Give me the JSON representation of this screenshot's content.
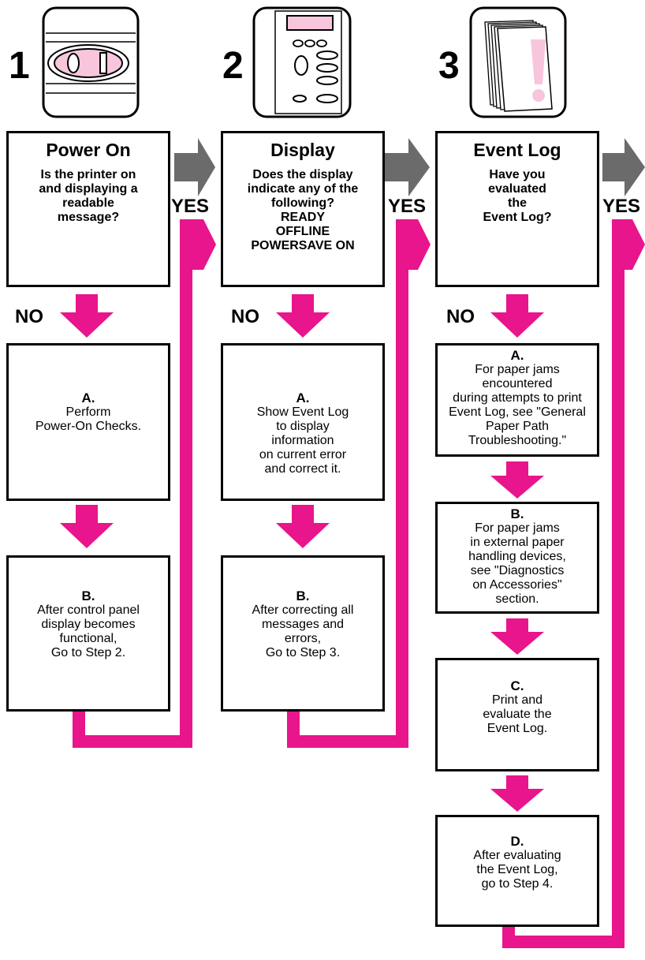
{
  "colors": {
    "magenta": "#e8158c",
    "gray": "#6b6b6b",
    "lightPink": "#f7c6dc"
  },
  "steps": [
    {
      "number": "1",
      "icon": "power-switch-icon",
      "title": "Power On",
      "question": "Is the printer on\nand displaying a\nreadable\nmessage?",
      "yes": "YES",
      "no": "NO",
      "actions": [
        {
          "label": "A.",
          "text": "Perform\nPower-On Checks."
        },
        {
          "label": "B.",
          "text": "After control panel\ndisplay becomes\nfunctional,\nGo to Step 2."
        }
      ]
    },
    {
      "number": "2",
      "icon": "control-panel-icon",
      "title": "Display",
      "question": "Does the display\nindicate any of the\nfollowing?\nREADY\nOFFLINE\nPOWERSAVE ON",
      "yes": "YES",
      "no": "NO",
      "actions": [
        {
          "label": "A.",
          "text": "Show Event Log\nto display\ninformation\non current error\nand correct it."
        },
        {
          "label": "B.",
          "text": "After correcting all\nmessages and\nerrors,\nGo to Step 3."
        }
      ]
    },
    {
      "number": "3",
      "icon": "paper-stack-warning-icon",
      "title": "Event Log",
      "question": "Have you\nevaluated\nthe\nEvent Log?",
      "yes": "YES",
      "no": "NO",
      "actions": [
        {
          "label": "A.",
          "text": "For paper jams\nencountered\nduring attempts to print\nEvent Log, see \"General\nPaper Path\nTroubleshooting.\""
        },
        {
          "label": "B.",
          "text": "For paper jams\nin external paper\nhandling devices,\nsee \"Diagnostics\non Accessories\"\nsection."
        },
        {
          "label": "C.",
          "text": "Print and\nevaluate the\nEvent Log."
        },
        {
          "label": "D.",
          "text": "After evaluating\nthe Event Log,\ngo to Step 4."
        }
      ]
    }
  ]
}
